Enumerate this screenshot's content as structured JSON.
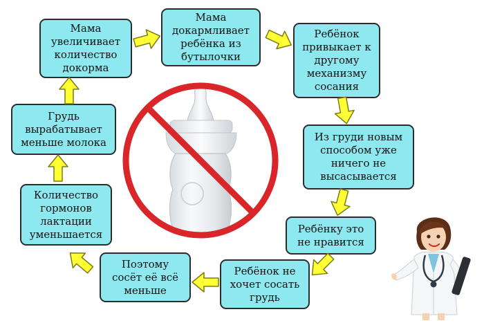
{
  "colors": {
    "box_fill": "#8ee8ef",
    "box_border": "#2c2c2c",
    "arrow_fill": "#ffff33",
    "arrow_stroke": "#7a7a1a",
    "prohibition_red": "#d8262b"
  },
  "steps": [
    {
      "text": "Мама\nувеличивает\nколичество\nдокорма"
    },
    {
      "text": "Мама\nдокармливает\nребёнка из\nбутылочки"
    },
    {
      "text": "Ребёнок\nпривыкает к\nдругому\nмеханизму\nсосания"
    },
    {
      "text": "Из груди новым\nспособом уже\nничего не\nвысасывается"
    },
    {
      "text": "Ребёнку это\nне нравится"
    },
    {
      "text": "Ребёнок не\nхочет сосать\nгрудь"
    },
    {
      "text": "Поэтому\nсосёт её всё\nменьше"
    },
    {
      "text": "Количество\nгормонов\nлактации\nуменьшается"
    },
    {
      "text": "Грудь\nвырабатывает\nменьше молока"
    }
  ],
  "icons": {
    "center": "prohibited-baby-bottle-icon",
    "character": "doctor-presenting-icon"
  }
}
